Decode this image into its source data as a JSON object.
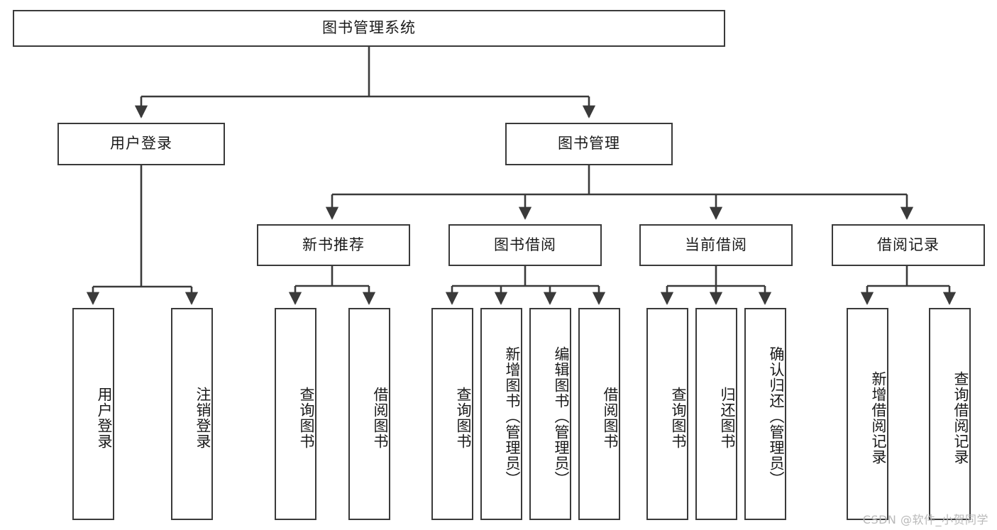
{
  "diagram": {
    "title": "图书管理系统",
    "watermark": "CSDN @软件_小贺同学",
    "colors": {
      "background": "#ffffff",
      "stroke": "#3a3a3a",
      "text": "#1a1a1a",
      "watermark": "#b9b9b9"
    },
    "root": {
      "label": "图书管理系统"
    },
    "level2": [
      {
        "label": "用户登录"
      },
      {
        "label": "图书管理"
      }
    ],
    "level3": [
      {
        "label": "新书推荐"
      },
      {
        "label": "图书借阅"
      },
      {
        "label": "当前借阅"
      },
      {
        "label": "借阅记录"
      }
    ],
    "leaves": {
      "user_login": [
        {
          "label": "用户登录"
        },
        {
          "label": "注销登录"
        }
      ],
      "new_book_recommend": [
        {
          "label": "查询图书"
        },
        {
          "label": "借阅图书"
        }
      ],
      "book_borrow": [
        {
          "label": "查询图书"
        },
        {
          "label": "新增图书（管理员）"
        },
        {
          "label": "编辑图书（管理员）"
        },
        {
          "label": "借阅图书"
        }
      ],
      "current_borrow": [
        {
          "label": "查询图书"
        },
        {
          "label": "归还图书"
        },
        {
          "label": "确认归还（管理员）"
        }
      ],
      "borrow_records": [
        {
          "label": "新增借阅记录"
        },
        {
          "label": "查询借阅记录"
        }
      ]
    }
  }
}
